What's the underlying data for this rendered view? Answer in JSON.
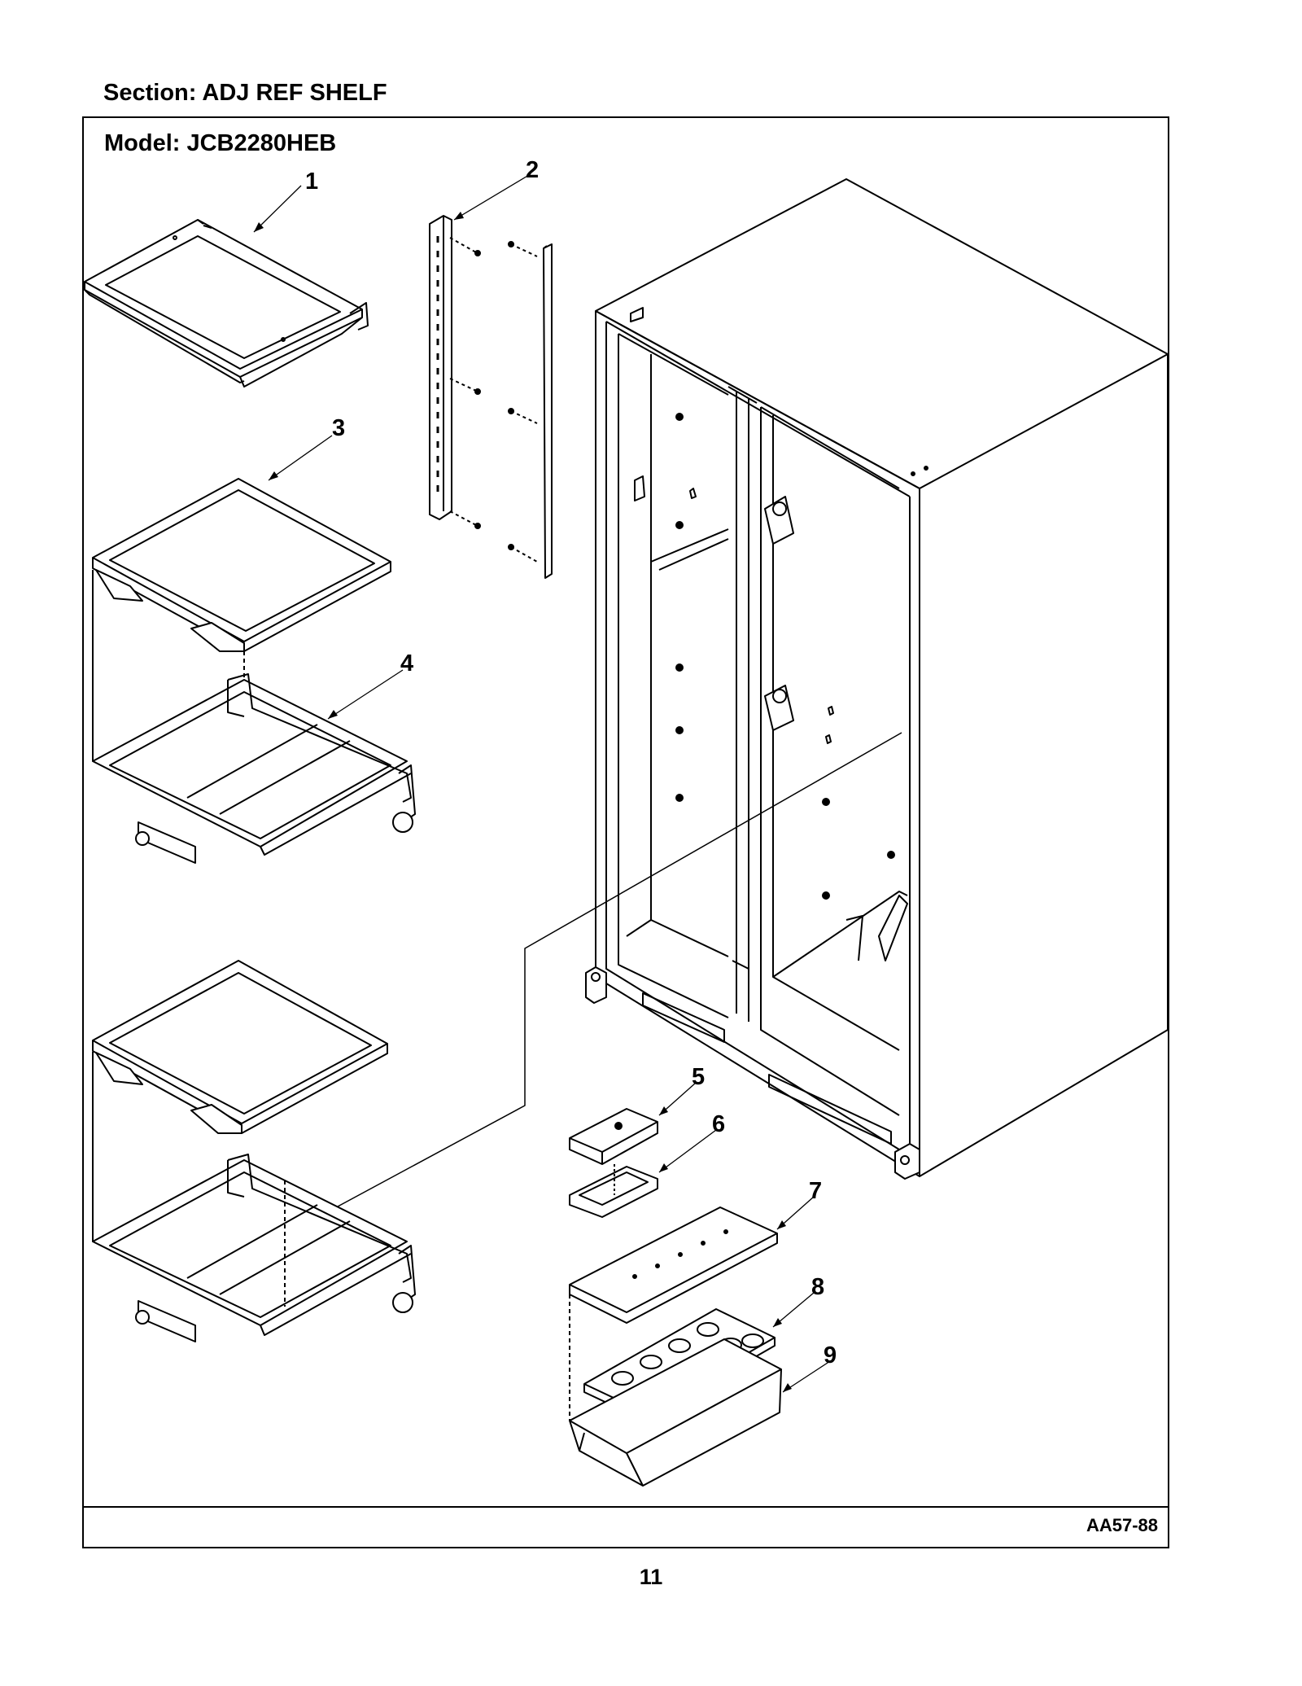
{
  "header": {
    "section_label": "Section:  ADJ REF SHELF"
  },
  "frame": {
    "model_label": "Model:  JCB2280HEB",
    "figure_code": "AA57-88"
  },
  "footer": {
    "page_number": "11"
  },
  "diagram": {
    "callouts": [
      {
        "number": "1",
        "part": "shelf"
      },
      {
        "number": "2",
        "part": "shelf-support-rail"
      },
      {
        "number": "3",
        "part": "glass-shelf"
      },
      {
        "number": "4",
        "part": "shelf-frame"
      },
      {
        "number": "5",
        "part": "butter-dish-cover"
      },
      {
        "number": "6",
        "part": "butter-dish"
      },
      {
        "number": "7",
        "part": "egg-tray-cover"
      },
      {
        "number": "8",
        "part": "egg-tray"
      },
      {
        "number": "9",
        "part": "egg-bin"
      }
    ],
    "stroke_color": "#000000",
    "fill_color": "#ffffff"
  }
}
